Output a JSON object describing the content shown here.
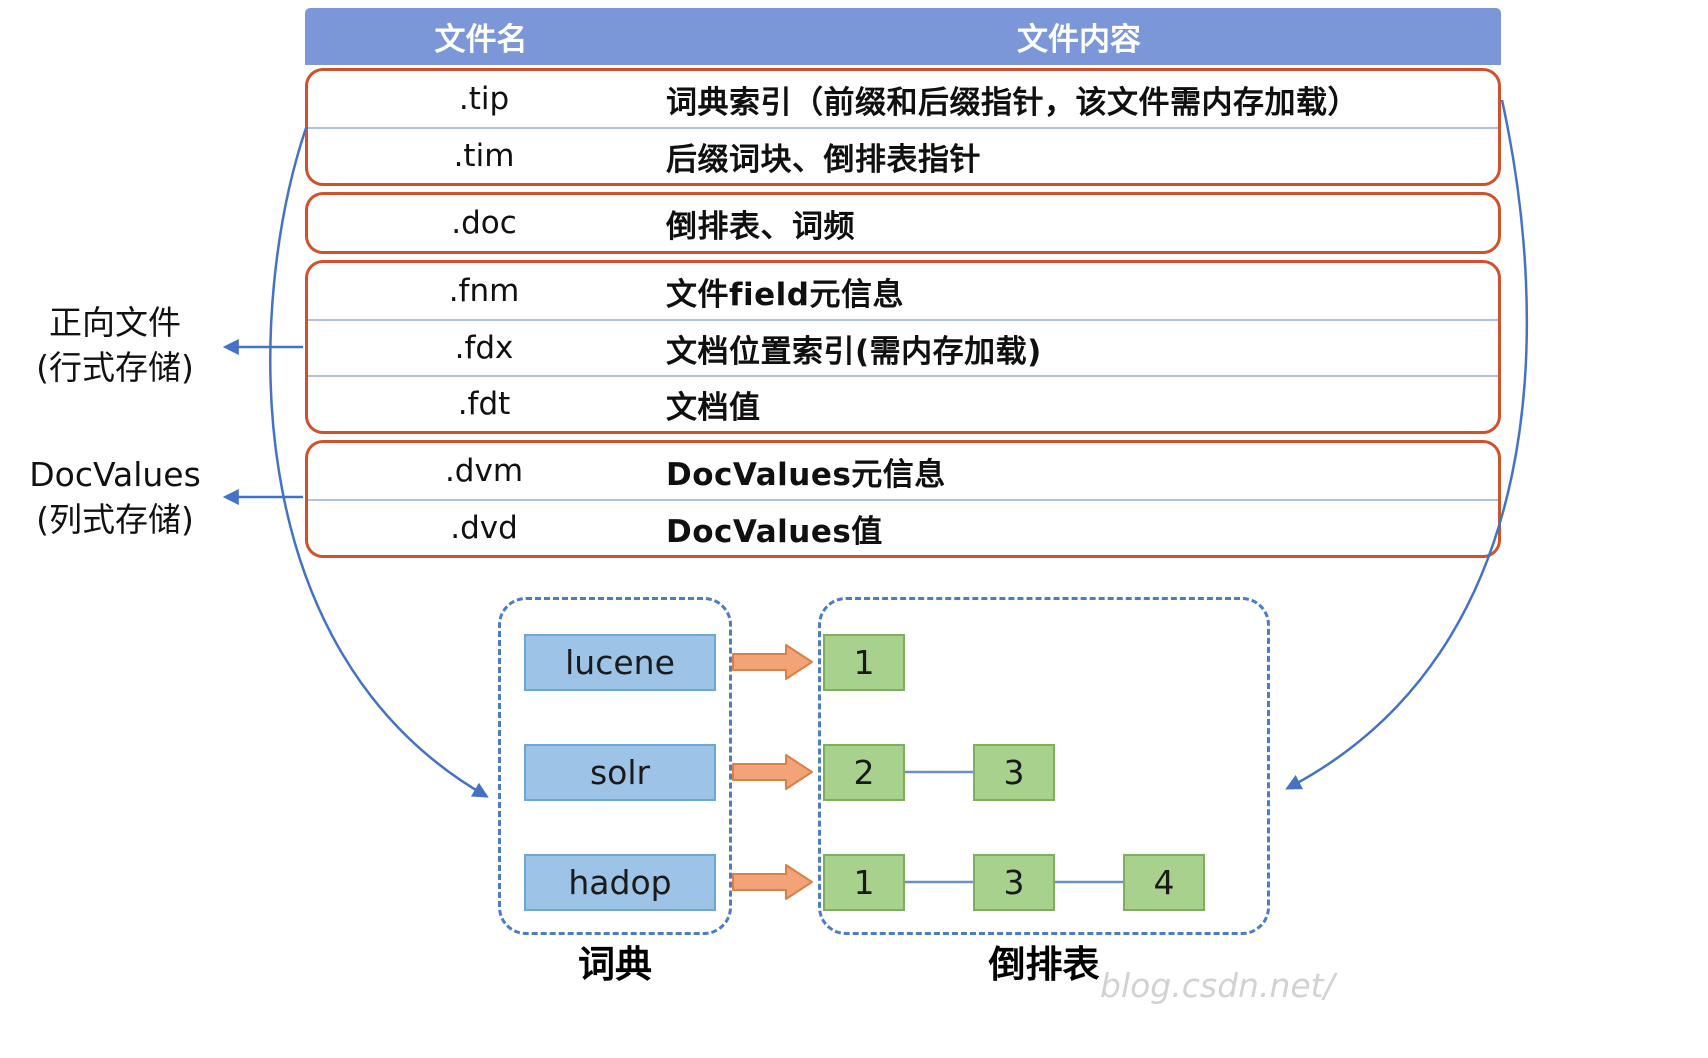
{
  "table": {
    "headers": [
      "文件名",
      "文件内容"
    ],
    "groups": [
      {
        "rows": [
          {
            "name": ".tip",
            "desc": "词典索引（前缀和后缀指针，该文件需内存加载）"
          },
          {
            "name": ".tim",
            "desc": "后缀词块、倒排表指针"
          }
        ]
      },
      {
        "rows": [
          {
            "name": ".doc",
            "desc": "倒排表、词频"
          }
        ]
      },
      {
        "rows": [
          {
            "name": ".fnm",
            "desc": "文件field元信息"
          },
          {
            "name": ".fdx",
            "desc": "文档位置索引(需内存加载)"
          },
          {
            "name": ".fdt",
            "desc": "文档值"
          }
        ]
      },
      {
        "rows": [
          {
            "name": ".dvm",
            "desc": "DocValues元信息"
          },
          {
            "name": ".dvd",
            "desc": "DocValues值"
          }
        ]
      }
    ]
  },
  "side_labels": {
    "forward": {
      "title": "正向文件",
      "subtitle": "(行式存储)"
    },
    "docvalues": {
      "title": "DocValues",
      "subtitle": "(列式存储)"
    }
  },
  "dictionary": {
    "label": "词典",
    "terms": [
      "lucene",
      "solr",
      "hadop"
    ]
  },
  "postings": {
    "label": "倒排表",
    "rows": [
      [
        "1"
      ],
      [
        "2",
        "3"
      ],
      [
        "1",
        "3",
        "4"
      ]
    ]
  },
  "watermark": "blog.csdn.net/",
  "icons": {
    "orange_arrow": "right-arrow-icon",
    "blue_arrow": "curved-arrow-icon"
  },
  "colors": {
    "header_bg": "#7c97d7",
    "group_border": "#d0512b",
    "row_separator": "#afc0e4",
    "term_box_bg": "#9dc3e6",
    "posting_box_bg": "#a9d18e",
    "dashed_border": "#4a7cc7",
    "arrow_blue": "#4472c4",
    "arrow_orange_fill": "#f2a378",
    "arrow_orange_stroke": "#dd7e45"
  }
}
